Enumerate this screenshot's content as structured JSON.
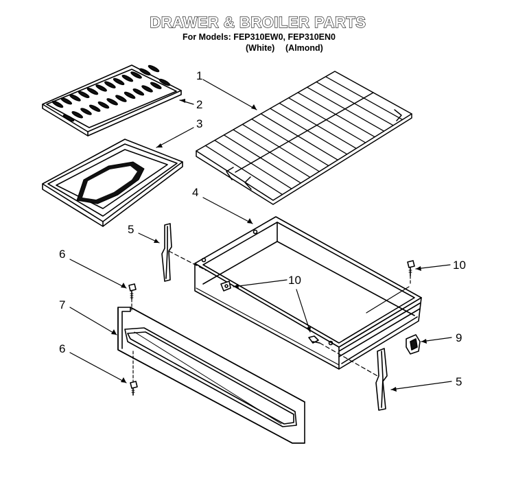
{
  "header": {
    "title": "DRAWER & BROILER PARTS",
    "models": "For Models: FEP310EW0, FEP310EN0",
    "color_white": "(White)",
    "color_almond": "(Almond)"
  },
  "callouts": {
    "c1": "1",
    "c2": "2",
    "c3": "3",
    "c4": "4",
    "c5_top": "5",
    "c5_bottom": "5",
    "c6_top": "6",
    "c6_bottom": "6",
    "c7": "7",
    "c9": "9",
    "c10_right": "10",
    "c10_center": "10"
  }
}
